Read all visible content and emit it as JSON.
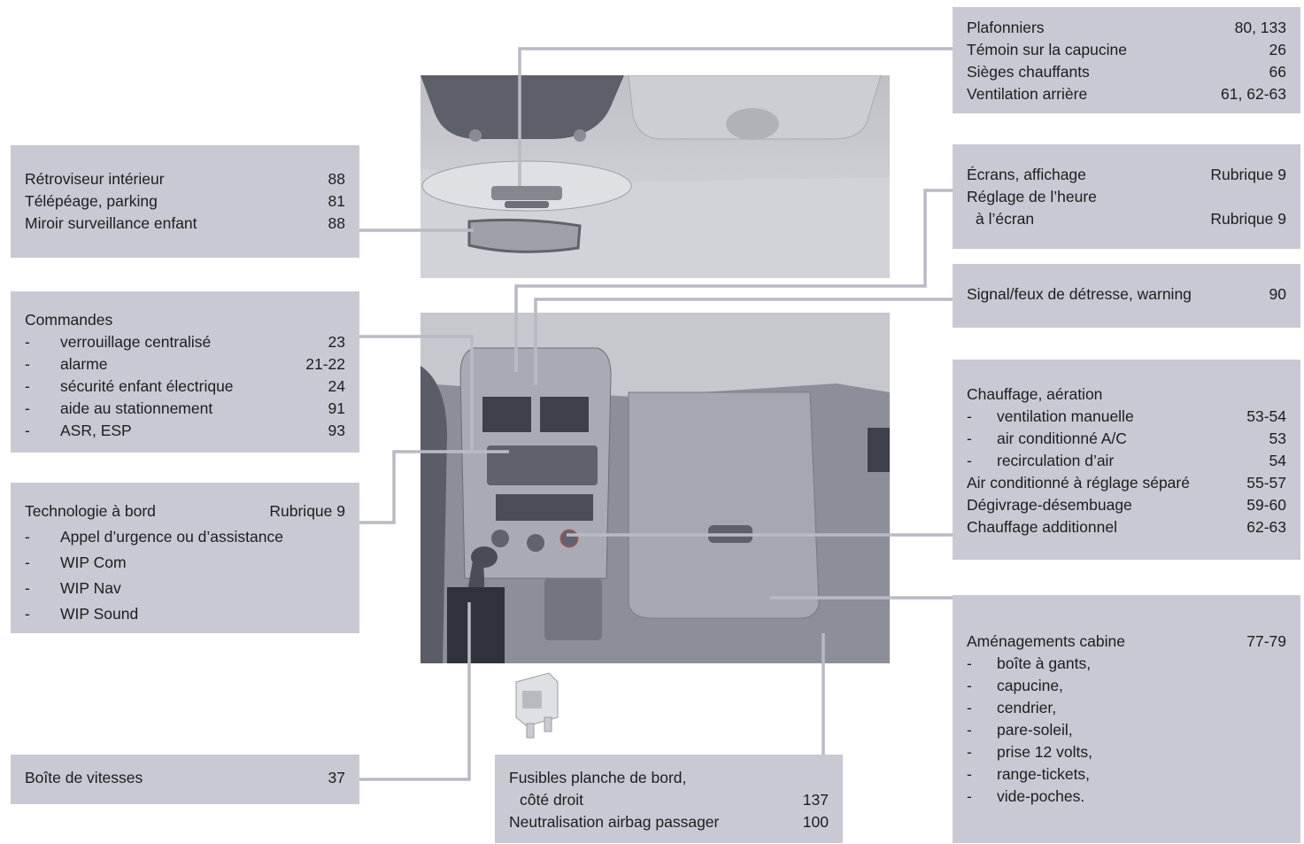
{
  "boxes": {
    "retroviseur": {
      "rows": [
        {
          "label": "Rétroviseur intérieur",
          "page": "88"
        },
        {
          "label": "Télépéage, parking",
          "page": "81"
        },
        {
          "label": "Miroir surveillance enfant",
          "page": "88"
        }
      ]
    },
    "commandes": {
      "title": "Commandes",
      "items": [
        {
          "label": "verrouillage centralisé",
          "page": "23"
        },
        {
          "label": "alarme",
          "page": "21-22"
        },
        {
          "label": "sécurité enfant électrique",
          "page": "24"
        },
        {
          "label": "aide au stationnement",
          "page": "91"
        },
        {
          "label": "ASR, ESP",
          "page": "93"
        }
      ]
    },
    "technologie": {
      "title": "Technologie à bord",
      "title_page": "Rubrique 9",
      "items": [
        {
          "label": "Appel d’urgence ou d’assistance"
        },
        {
          "label": "WIP Com"
        },
        {
          "label": "WIP Nav"
        },
        {
          "label": "WIP Sound"
        }
      ]
    },
    "boite_vitesses": {
      "rows": [
        {
          "label": "Boîte de vitesses",
          "page": "37"
        }
      ]
    },
    "fusibles": {
      "line1": "Fusibles planche de bord,",
      "line2": "côté droit",
      "line2_page": "137",
      "line3": "Neutralisation airbag passager",
      "line3_page": "100"
    },
    "plafonniers": {
      "rows": [
        {
          "label": "Plafonniers",
          "page": "80, 133"
        },
        {
          "label": "Témoin sur la capucine",
          "page": "26"
        },
        {
          "label": "Sièges chauffants",
          "page": "66"
        },
        {
          "label": "Ventilation arrière",
          "page": "61, 62-63"
        }
      ]
    },
    "ecrans": {
      "line1": "Écrans, affichage",
      "line1_page": "Rubrique 9",
      "line2": "Réglage de l’heure",
      "line3": "à l’écran",
      "line3_page": "Rubrique 9"
    },
    "signal": {
      "rows": [
        {
          "label": "Signal/feux de détresse, warning",
          "page": "90"
        }
      ]
    },
    "chauffage": {
      "title": "Chauffage, aération",
      "items": [
        {
          "label": "ventilation manuelle",
          "page": "53-54"
        },
        {
          "label": "air conditionné A/C",
          "page": "53"
        },
        {
          "label": "recirculation d’air",
          "page": "54"
        }
      ],
      "rows": [
        {
          "label": "Air conditionné à réglage séparé",
          "page": "55-57"
        },
        {
          "label": "Dégivrage-désembuage",
          "page": "59-60"
        },
        {
          "label": "Chauffage additionnel",
          "page": "62-63"
        }
      ]
    },
    "amenagements": {
      "title": "Aménagements cabine",
      "title_page": "77-79",
      "items": [
        {
          "label": "boîte à gants,"
        },
        {
          "label": "capucine,"
        },
        {
          "label": "cendrier,"
        },
        {
          "label": "pare-soleil,"
        },
        {
          "label": "prise 12 volts,"
        },
        {
          "label": "range-tickets,"
        },
        {
          "label": "vide-poches."
        }
      ]
    }
  },
  "dash": "-"
}
